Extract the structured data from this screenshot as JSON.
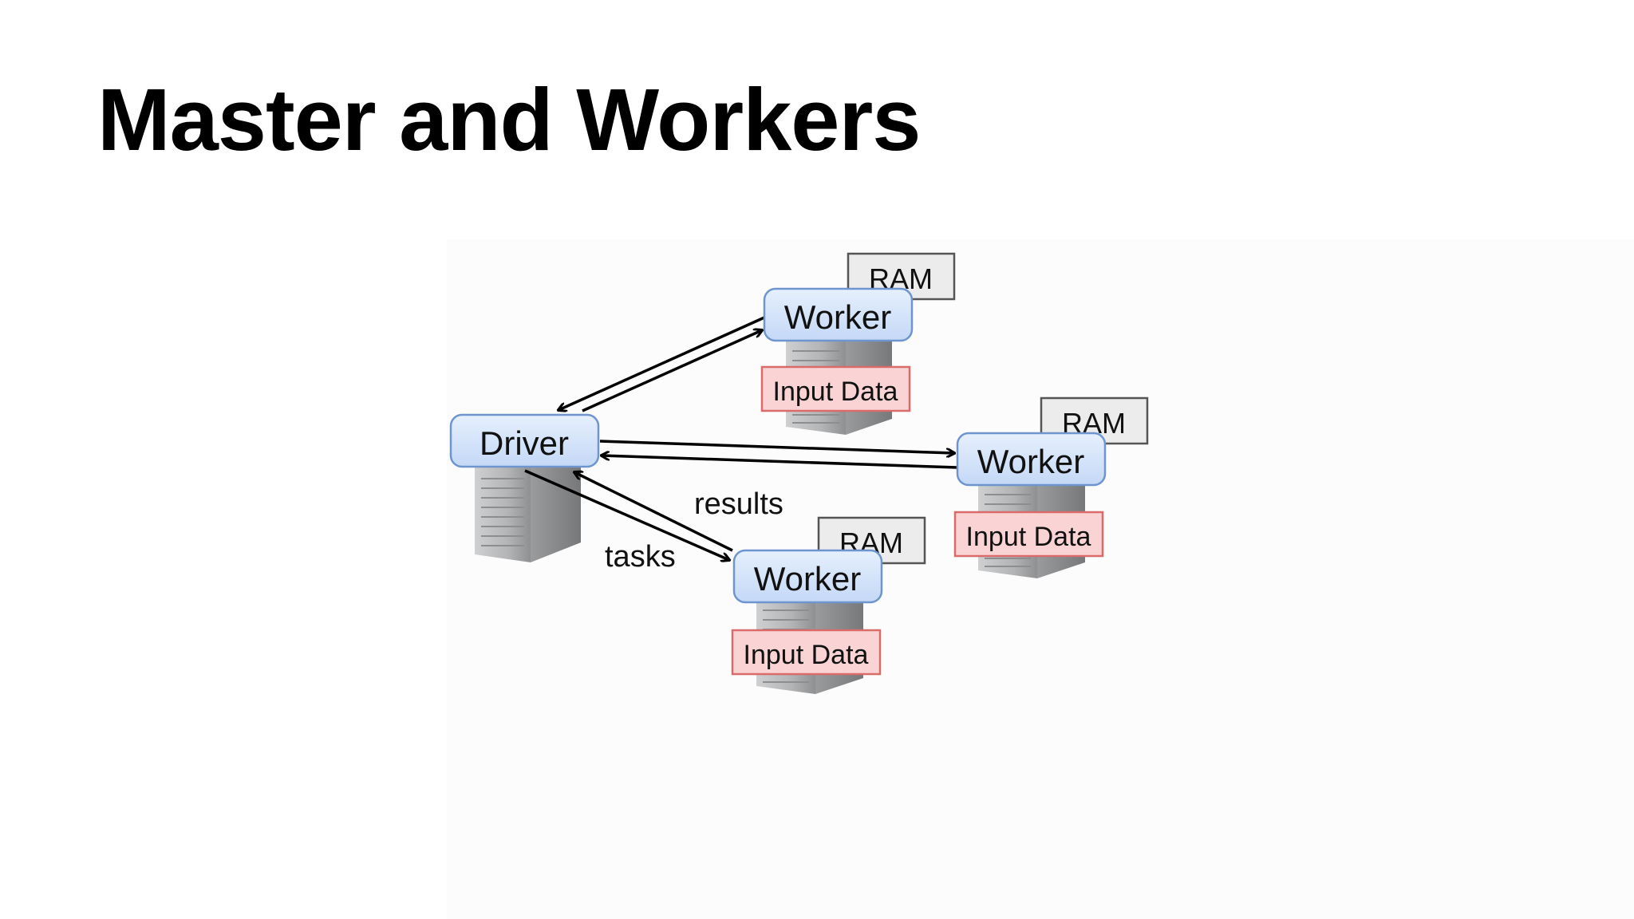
{
  "slide": {
    "title": "Master and Workers"
  },
  "diagram": {
    "driver": {
      "label": "Driver"
    },
    "workers": [
      {
        "label": "Worker",
        "ram_label": "RAM",
        "data_label": "Input Data"
      },
      {
        "label": "Worker",
        "ram_label": "RAM",
        "data_label": "Input Data"
      },
      {
        "label": "Worker",
        "ram_label": "RAM",
        "data_label": "Input Data"
      }
    ],
    "edge_labels": {
      "results": "results",
      "tasks": "tasks"
    },
    "colors": {
      "node_fill_top": "#e6f0fd",
      "node_fill_bottom": "#c4d8f6",
      "node_border": "#6f95cf",
      "ram_fill": "#ececec",
      "ram_border": "#555555",
      "data_fill": "#fad4d4",
      "data_border": "#d96b6b",
      "server_body": "#a9aaac",
      "arrow": "#000000"
    },
    "icons": {
      "server": "server-rack-icon"
    }
  }
}
